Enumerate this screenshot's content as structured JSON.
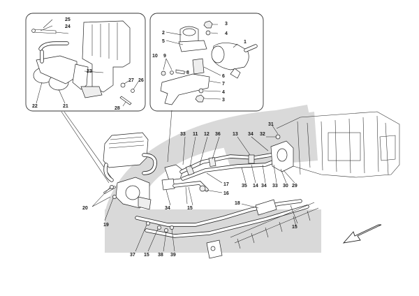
{
  "watermark": {
    "color": "#d9d9d9"
  },
  "direction_arrow": {
    "icon": "front-direction-arrow-icon"
  },
  "inset_left": {
    "callouts": [
      {
        "id": "c25",
        "label": "25"
      },
      {
        "id": "c24",
        "label": "24"
      },
      {
        "id": "c23",
        "label": "23"
      },
      {
        "id": "c22",
        "label": "22"
      },
      {
        "id": "c21",
        "label": "21"
      },
      {
        "id": "c27",
        "label": "27"
      },
      {
        "id": "c26",
        "label": "26"
      },
      {
        "id": "c28",
        "label": "28"
      }
    ]
  },
  "inset_right": {
    "callouts": [
      {
        "id": "c3a",
        "label": "3"
      },
      {
        "id": "c4a",
        "label": "4"
      },
      {
        "id": "c2",
        "label": "2"
      },
      {
        "id": "c5",
        "label": "5"
      },
      {
        "id": "c1",
        "label": "1"
      },
      {
        "id": "c10",
        "label": "10"
      },
      {
        "id": "c9",
        "label": "9"
      },
      {
        "id": "c8",
        "label": "8"
      },
      {
        "id": "c6",
        "label": "6"
      },
      {
        "id": "c7",
        "label": "7"
      },
      {
        "id": "c4b",
        "label": "4"
      },
      {
        "id": "c3b",
        "label": "3"
      }
    ]
  },
  "main": {
    "callouts": [
      {
        "id": "m33a",
        "label": "33"
      },
      {
        "id": "m11",
        "label": "11"
      },
      {
        "id": "m12",
        "label": "12"
      },
      {
        "id": "m36",
        "label": "36"
      },
      {
        "id": "m13",
        "label": "13"
      },
      {
        "id": "m34a",
        "label": "34"
      },
      {
        "id": "m32",
        "label": "32"
      },
      {
        "id": "m31",
        "label": "31"
      },
      {
        "id": "m35",
        "label": "35"
      },
      {
        "id": "m14",
        "label": "14"
      },
      {
        "id": "m34b",
        "label": "34"
      },
      {
        "id": "m33b",
        "label": "33"
      },
      {
        "id": "m30",
        "label": "30"
      },
      {
        "id": "m29",
        "label": "29"
      },
      {
        "id": "m17",
        "label": "17"
      },
      {
        "id": "m16",
        "label": "16"
      },
      {
        "id": "m18",
        "label": "18"
      },
      {
        "id": "m15a",
        "label": "15"
      },
      {
        "id": "m15b",
        "label": "15"
      },
      {
        "id": "m34c",
        "label": "34"
      },
      {
        "id": "m20",
        "label": "20"
      },
      {
        "id": "m19",
        "label": "19"
      },
      {
        "id": "m37",
        "label": "37"
      },
      {
        "id": "m15c",
        "label": "15"
      },
      {
        "id": "m38",
        "label": "38"
      },
      {
        "id": "m39",
        "label": "39"
      }
    ]
  }
}
